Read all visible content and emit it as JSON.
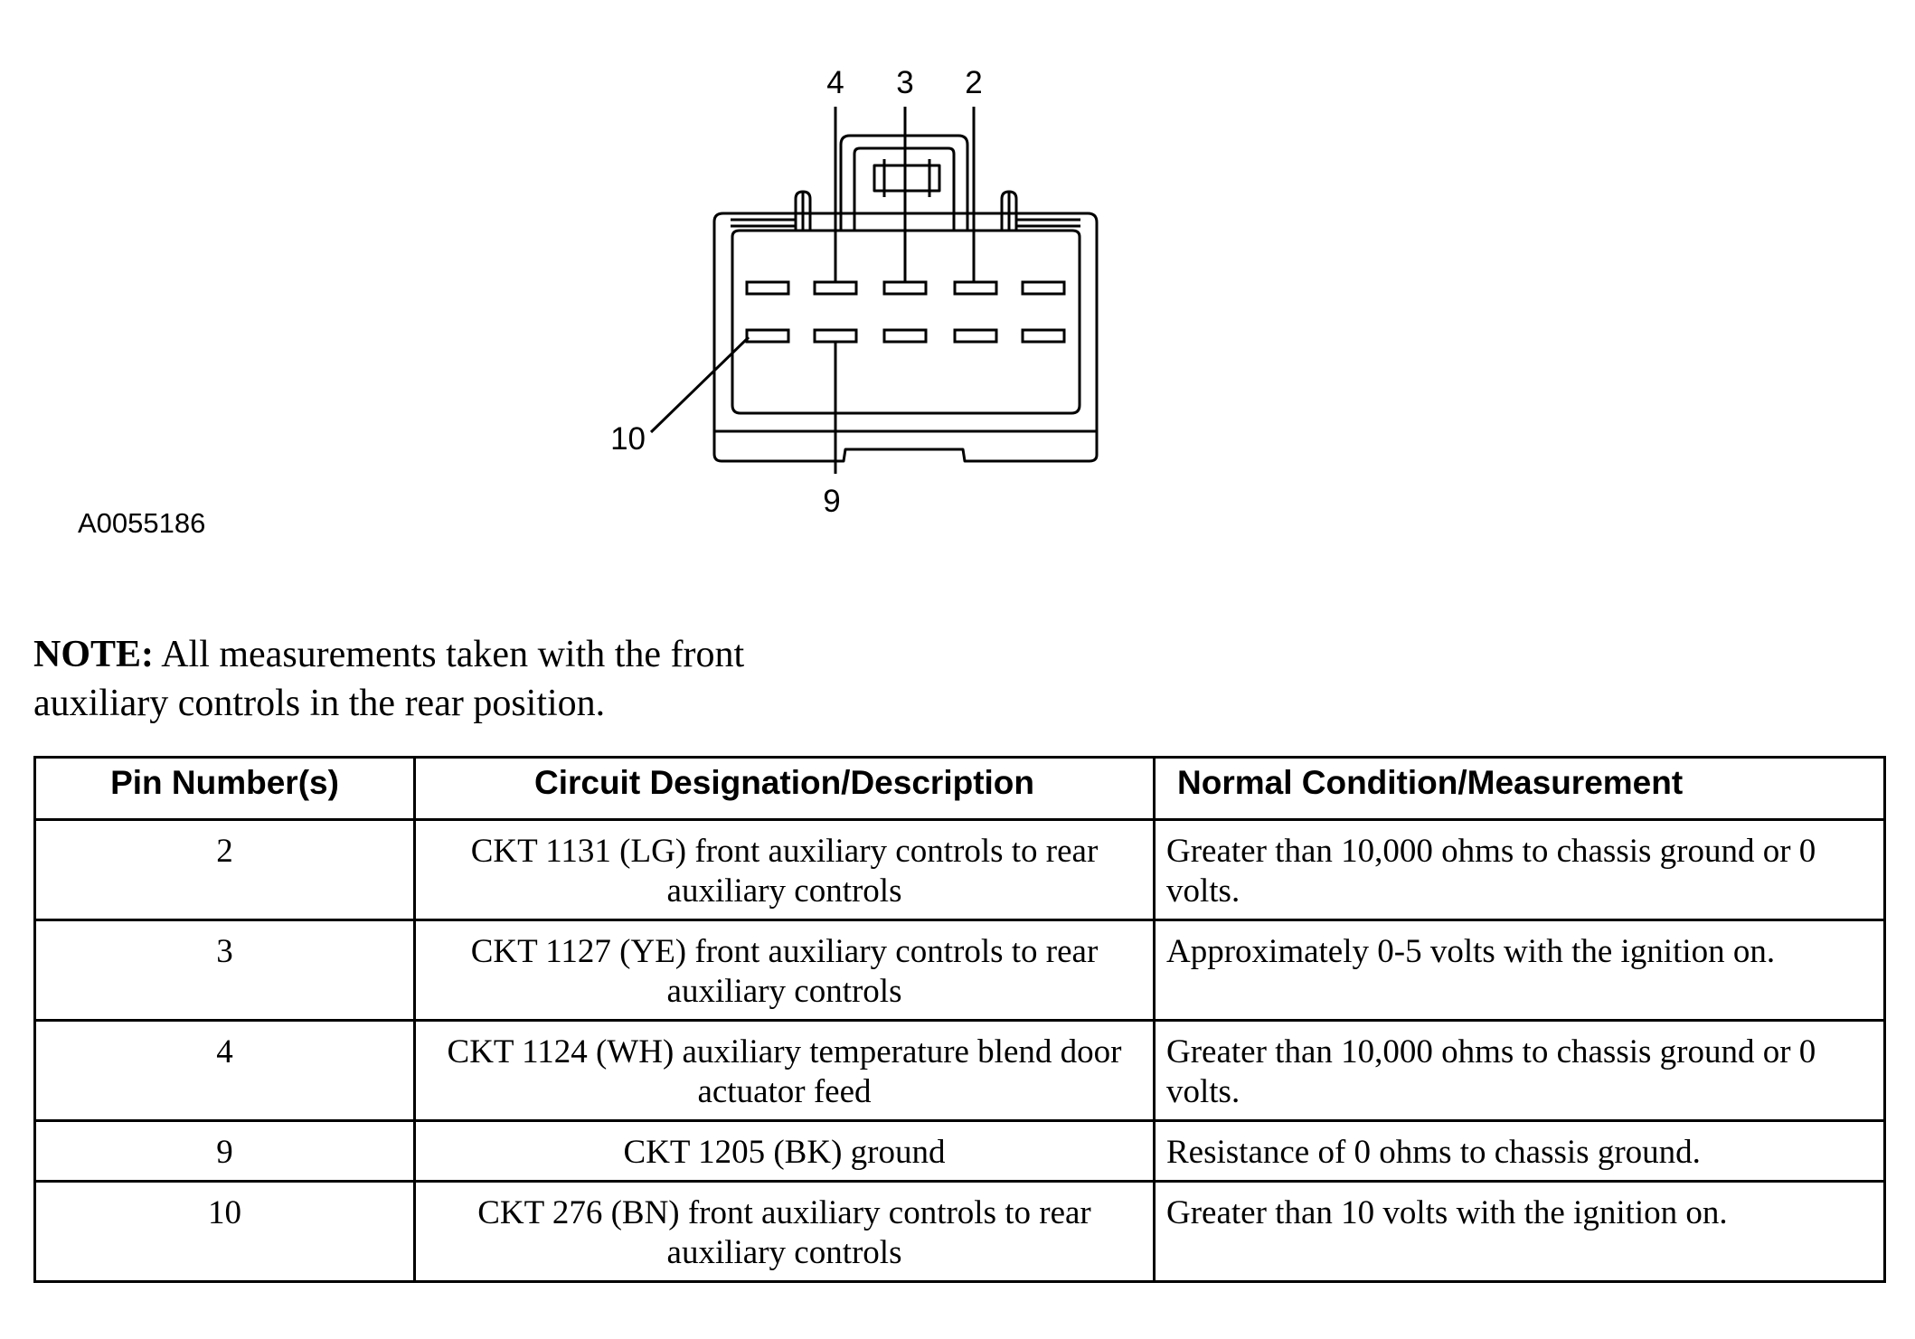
{
  "diagram": {
    "callouts": [
      "4",
      "3",
      "2",
      "10",
      "9"
    ],
    "figure_id": "A0055186"
  },
  "note": {
    "label": "NOTE:",
    "text": "All measurements taken with the front auxiliary controls in the rear position."
  },
  "table": {
    "headers": [
      "Pin Number(s)",
      "Circuit Designation/Description",
      "Normal Condition/Measurement"
    ],
    "rows": [
      {
        "pin": "2",
        "circuit": "CKT 1131 (LG) front auxiliary controls to rear auxiliary controls",
        "measurement": "Greater than 10,000 ohms to chassis ground or 0 volts."
      },
      {
        "pin": "3",
        "circuit": "CKT 1127 (YE) front auxiliary controls to rear auxiliary controls",
        "measurement": "Approximately 0-5 volts with the ignition on."
      },
      {
        "pin": "4",
        "circuit": "CKT 1124 (WH) auxiliary temperature blend door actuator feed",
        "measurement": "Greater than 10,000 ohms to chassis ground or 0 volts."
      },
      {
        "pin": "9",
        "circuit": "CKT 1205 (BK) ground",
        "measurement": "Resistance of 0 ohms to chassis ground."
      },
      {
        "pin": "10",
        "circuit": "CKT 276 (BN) front auxiliary controls to rear auxiliary controls",
        "measurement": "Greater than 10 volts with the ignition on."
      }
    ]
  }
}
